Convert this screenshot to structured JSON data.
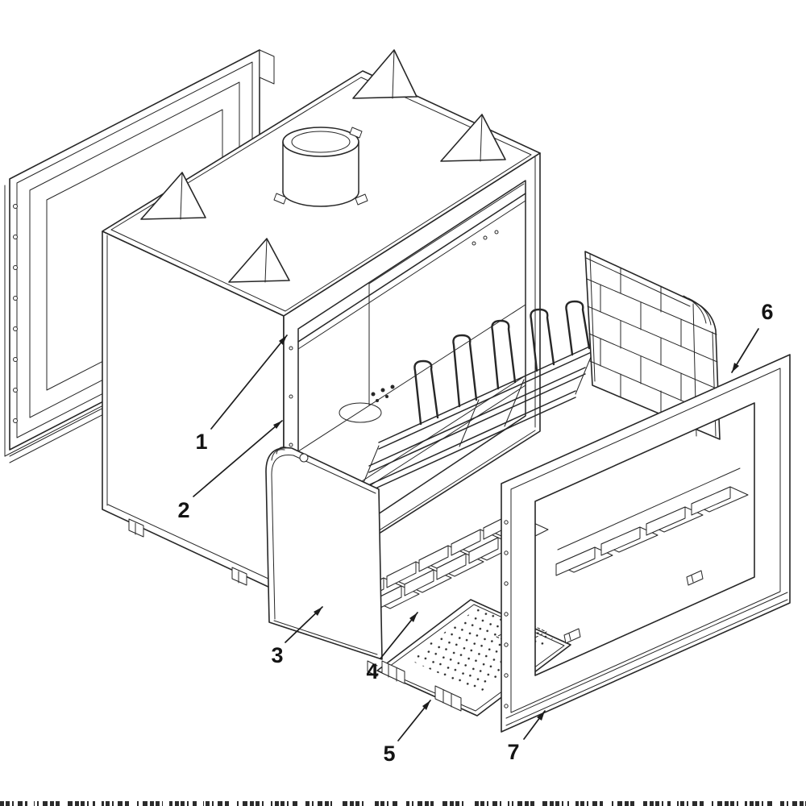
{
  "diagram": {
    "background": "#ffffff",
    "line_color": "#272727",
    "callouts": [
      {
        "label": "1"
      },
      {
        "label": "2"
      },
      {
        "label": "3"
      },
      {
        "label": "4"
      },
      {
        "label": "5"
      },
      {
        "label": "6"
      },
      {
        "label": "7"
      }
    ]
  }
}
